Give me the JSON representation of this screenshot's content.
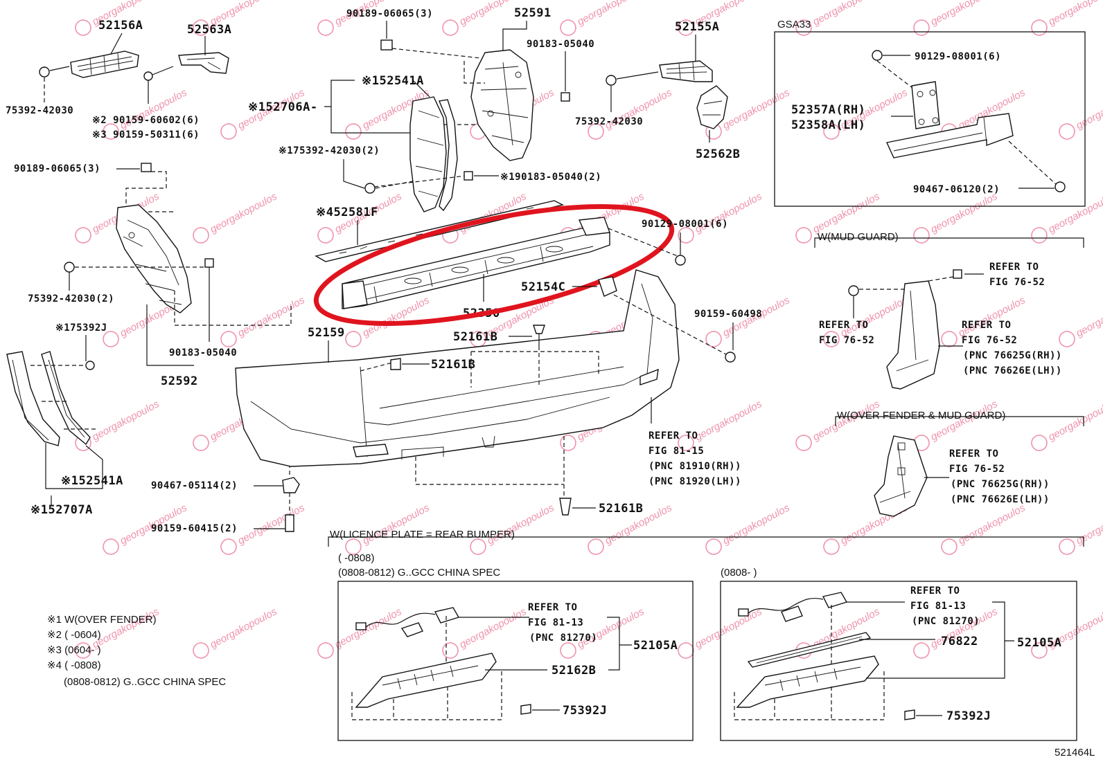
{
  "diagram_id": "521464L",
  "watermark": "georgakopoulos",
  "labels": {
    "p52156A": "52156A",
    "p52563A": "52563A",
    "p75392_42030_a": "75392-42030",
    "n2_90159_60602": "※2 90159-60602(6)",
    "n3_90159_50311": "※3 90159-50311(6)",
    "p90189_06065_a": "90189-06065(3)",
    "p75392_42030_2": "75392-42030(2)",
    "n1_75392J": "※175392J",
    "p52592": "52592",
    "p90183_05040_a": "90183-05040",
    "n1_52541A_b": "※152541A",
    "n1_52707A": "※152707A",
    "p90467_05114": "90467-05114(2)",
    "p90159_60415": "90159-60415(2)",
    "p90189_06065_b": "90189-06065(3)",
    "p52591": "52591",
    "p90183_05040_b": "90183-05040",
    "n1_52541A_a": "※152541A",
    "n1_52706A": "※152706A-",
    "n1_75392_42030": "※175392-42030(2)",
    "n1_90183_05040": "※190183-05040(2)",
    "n4_52581F": "※452581F",
    "p52155A": "52155A",
    "p75392_42030_b": "75392-42030",
    "p52562B": "52562B",
    "p90129_08001_a": "90129-08001(6)",
    "p52154C": "52154C",
    "p52350": "52350",
    "p52159": "52159",
    "p52161B_a": "52161B",
    "p52161B_b": "52161B",
    "p52161B_c": "52161B",
    "p90159_60498": "90159-60498",
    "refer_81_15_a": "REFER TO",
    "refer_81_15_b": "FIG 81-15",
    "pnc_81910": "(PNC 81910(RH))",
    "pnc_81920": "(PNC 81920(LH))",
    "gsa33": "GSA33",
    "p90129_08001_b": "90129-08001(6)",
    "p52357A": "52357A(RH)",
    "p52358A": "52358A(LH)",
    "p90467_06120": "90467-06120(2)",
    "w_mud_guard": "W(MUD GUARD)",
    "refer_76_52_a1": "REFER TO",
    "refer_76_52_a2": "FIG 76-52",
    "refer_76_52_b1": "REFER TO",
    "refer_76_52_b2": "FIG 76-52",
    "refer_76_52_c1": "REFER TO",
    "refer_76_52_c2": "FIG 76-52",
    "pnc_76625G_a": "(PNC 76625G(RH))",
    "pnc_76626E_a": "(PNC 76626E(LH))",
    "w_over_fender_mud": "W(OVER FENDER & MUD GUARD)",
    "refer_76_52_d1": "REFER TO",
    "refer_76_52_d2": "FIG 76-52",
    "pnc_76625G_b": "(PNC 76625G(RH))",
    "pnc_76626E_b": "(PNC 76626E(LH))",
    "w_licence_plate": "W(LICENCE PLATE = REAR BUMPER)",
    "range_0808": "(      -0808)",
    "range_0808_0812": "(0808-0812) G..GCC CHINA SPEC",
    "range_0808_open": "(0808-         )",
    "refer_81_13_a1": "REFER TO",
    "refer_81_13_a2": "FIG 81-13",
    "pnc_81270_a": "(PNC 81270)",
    "p52105A_a": "52105A",
    "p52162B": "52162B",
    "p75392J_a": "75392J",
    "refer_81_13_b1": "REFER TO",
    "refer_81_13_b2": "FIG 81-13",
    "pnc_81270_b": "(PNC 81270)",
    "p76822": "76822",
    "p52105A_b": "52105A",
    "p75392J_b": "75392J"
  },
  "legend": [
    "※1 W(OVER FENDER)",
    "※2 (       -0604)",
    "※3 (0604-       )",
    "※4 (       -0808)",
    "(0808-0812) G..GCC CHINA SPEC"
  ],
  "highlight": {
    "color": "#e0141e",
    "label": "52350"
  },
  "colors": {
    "ink": "#111111",
    "highlight": "#e0141e",
    "watermark": "#e23a67"
  }
}
